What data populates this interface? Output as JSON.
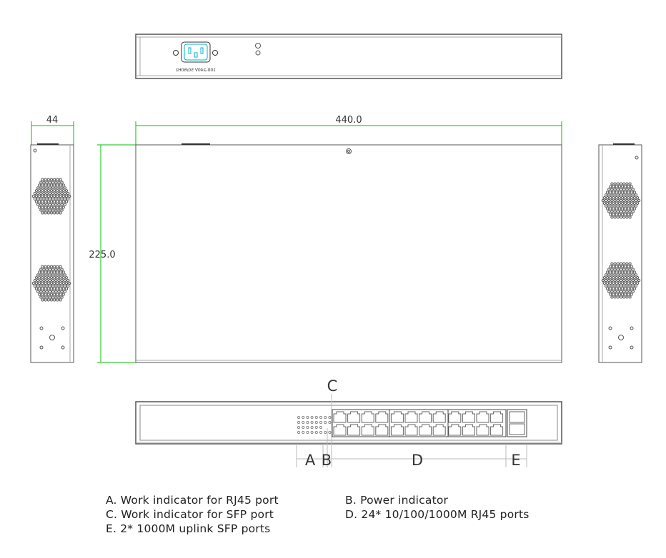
{
  "dimensions": {
    "depth": "44",
    "width": "440.0",
    "length": "225.0"
  },
  "rear_panel": {
    "power_label": "100-240V 50/60Hz"
  },
  "callouts": {
    "a": "A",
    "b": "B",
    "c": "C",
    "d": "D",
    "e": "E"
  },
  "front_panel": {
    "rj45_ports": 24,
    "sfp_ports": 2
  },
  "legend": [
    "A. Work indicator for RJ45 port",
    "B. Power indicator",
    "C. Work indicator for SFP port",
    "D. 24* 10/100/1000M RJ45 ports",
    "E. 2* 1000M uplink SFP ports"
  ],
  "colors": {
    "dimension_line": "#00c000",
    "outline": "#555555",
    "power_inlet": "#00b0c8"
  }
}
